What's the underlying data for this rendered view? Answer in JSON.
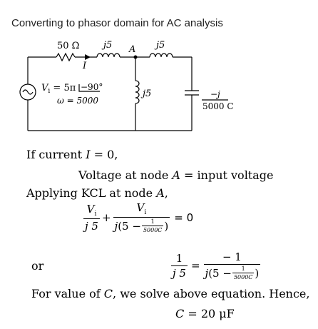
{
  "title": "Converting to phasor domain for AC analysis",
  "circuit": {
    "r_label": "50 Ω",
    "l1_label": "j5",
    "l2_label": "j5",
    "l3_label": "j5",
    "node_label": "A",
    "current_label": "I",
    "source_v": "V",
    "source_v_sub": "i",
    "source_v_eq": " = 5π",
    "source_angle": "−90°",
    "source_w": "ω = 5000",
    "cap_num": "−j",
    "cap_den": "5000 C"
  },
  "solution": {
    "line1": "If current ",
    "line1_var": "I",
    "line1_rest": " = 0,",
    "line2a": "Voltage at node ",
    "line2_var": "A",
    "line2b": " = input voltage",
    "line3a": "Applying KCL at node ",
    "line3_var": "A",
    "line3b": ",",
    "eq1_eq": "= 0",
    "or_word": "or",
    "eq2_n1": "1",
    "eq2_d1": "j 5",
    "eq2_eq": "=",
    "eq2_n2": "− 1",
    "line4a": "For value of ",
    "line4_var": "C",
    "line4b": ", we solve above equation. Hence,",
    "result_var": "C",
    "result_val": " = 20 μF"
  },
  "math": {
    "vi": "V",
    "vi_sub": "i",
    "j5": "j 5",
    "plus": "+",
    "j": "j",
    "five_minus": "(5 −",
    "one": "1",
    "cap_term": "5000C",
    "close": ")"
  }
}
